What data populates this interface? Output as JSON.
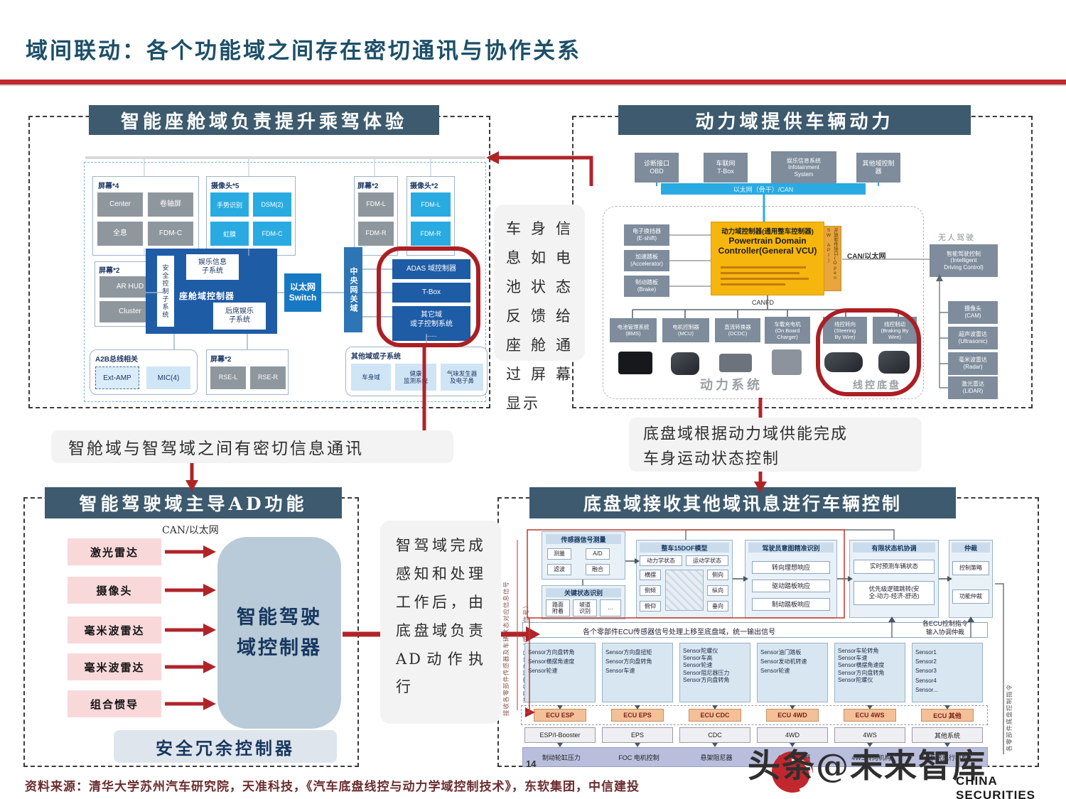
{
  "colors": {
    "accent_red": "#b02428",
    "header_bg": "#3d5a6e",
    "panel_blue": "#1e5ca6",
    "light_blue": "#29abe2",
    "vcu_yellow": "#f6b60e"
  },
  "page": {
    "title": "域间联动：各个功能域之间存在密切通讯与协作关系",
    "page_number": "14",
    "source": "资料来源：清华大学苏州汽车研究院，天准科技，《汽车底盘线控与动力学域控制技术》，东软集团，中信建投",
    "watermark": "头条@未来智库",
    "watermark_sub": "CHINA SECURITIES"
  },
  "notes": {
    "body_info": "车身信息如电池状态反馈给座舱通过屏幕显示",
    "cabin_ad": "智舱域与智驾域之间有密切信息通讯",
    "chassis_power": "底盘域根据动力域供能完成\n车身运动状态控制",
    "ad_chassis": "智驾域完成感知和处理工作后，由底盘域负责AD动作执行"
  },
  "cockpit": {
    "header": "智能座舱域负责提升乘驾体验",
    "screens4_label": "屏幕*4",
    "screens4": [
      "Center",
      "卷轴屏",
      "全息",
      "FDM-C"
    ],
    "cams5_label": "摄像头*5",
    "cams5": [
      "手势识别",
      "DSM(2)",
      "虹膜",
      "FDM-C"
    ],
    "screens2r_label": "屏幕*2",
    "screens2r": [
      "FDM-L",
      "FDM-R"
    ],
    "cams2_label": "摄像头*2",
    "cams2": [
      "FDM-L",
      "FDM-R"
    ],
    "screens2l_label": "屏幕*2",
    "screens2l": [
      "AR HUD",
      "Cluster"
    ],
    "controller": "座舱域控制器",
    "safety": "安全控制子系统",
    "infotainment": "娱乐信息\n子系统",
    "rear_ent": "后席娱乐\n子系统",
    "eth_switch": "以太网\nSwitch",
    "gateway": "中央网关域",
    "adas": "ADAS 域控制器",
    "tbox": "T-Box",
    "other_domains": "其它域\n或子控制系统",
    "dots": "......",
    "a2b_label": "A2B总线相关",
    "a2b": [
      "Ext-AMP",
      "MIC(4)"
    ],
    "screens2b_label": "屏幕*2",
    "screens2b": [
      "RSE-L",
      "RSE-R"
    ],
    "others_label": "其他域或子系统",
    "others": [
      "车身域",
      "健康\n监测系统",
      "气味发生器\n及电子鼻"
    ]
  },
  "power": {
    "header": "动力域提供车辆动力",
    "top_nodes": [
      "诊断接口\nOBD",
      "车联网\nT-Box",
      "娱乐信息系统\nInfotainment\nSystem",
      "其他域控制\n器"
    ],
    "bus": "以太网（骨干）/CAN",
    "vcu_title_cn": "动力域控制器(通用整车控制器)",
    "vcu_title_en1": "Powertrain Domain",
    "vcu_title_en2": "Controller(General VCU)",
    "open_api": "开放软件接口(Open SW API)",
    "can_eth": "CAN/以太网",
    "canfd": "CANFD",
    "inputs": [
      "电子换挡器\n(E-shift)",
      "加速踏板\n(Accelerator)",
      "制动踏板\n(Brake)"
    ],
    "components": [
      "电池管理系统\n(BMS)",
      "电机控制器\n(MCU)",
      "直流转换器\n(DCDC)",
      "车载充电机\n(On Board\nCharger)",
      "线控转向\n(Steering\nBy Wire)",
      "线控制动\n(Braking By\nWire)"
    ],
    "power_sys_label": "动力系统",
    "chassis_wire_label": "线控底盘",
    "unmanned_label": "无人驾驶",
    "idc": "智能驾驶控制\n(Intelligent\nDriving Control)",
    "sensors": [
      "摄像头\n(CAM)",
      "超声波雷达\n(Ultrasonic)",
      "毫米波雷达\n(Radar)",
      "激光雷达\n(LiDAR)"
    ]
  },
  "ad": {
    "header": "智能驾驶域主导AD功能",
    "bus_label": "CAN/以太网",
    "sensors": [
      "激光雷达",
      "摄像头",
      "毫米波雷达",
      "毫米波雷达",
      "组合惯导"
    ],
    "controller": "智能驾驶\n域控制器",
    "redundant": "安全冗余控制器"
  },
  "chassis": {
    "header": "底盘域接收其他域讯息进行车辆控制",
    "left_v1": "接收各零部件传感器及车辆状态对应信息信号",
    "left_v2": "送至各零部件信号（传感器信号）",
    "right_v": "各零部件底盘控制指令",
    "blockA_title": "传感器信号测量",
    "blockA": [
      "测量",
      "A/D",
      "滤波",
      "融合"
    ],
    "blockB_title": "关键状态识别",
    "blockB": [
      "路面\n附着",
      "坡道\n识别",
      "…"
    ],
    "blockC_title": "整车15DOF模型",
    "blockC_top": [
      "动力学状态",
      "运动学状态"
    ],
    "blockC_left": [
      "横摆",
      "侧倾",
      "俯仰"
    ],
    "blockC_right": [
      "侧向",
      "纵向",
      "垂向"
    ],
    "blockD_title": "驾驶员意图精准识别",
    "blockD": [
      "转向理想响应",
      "驱动踏板响应",
      "制动踏板响应"
    ],
    "blockE_title": "有限状态机协调",
    "blockE": [
      "实时预测车辆状态",
      "优先级逻辑跳转(安\n全-动力-经济-舒适)"
    ],
    "blockF_title": "仲裁",
    "blockF": [
      "控制策略",
      "功能仲裁"
    ],
    "mid_bar": "各个零部件ECU传感器信号处理上移至底盘域，统一输出信号",
    "right_note": "各ECU控制指令\n输入协调仲裁",
    "sensor_cols": [
      {
        "items": "Sensor方向盘转角\nSensor横摆角速度\nSensor轮速",
        "ecu": "ECU  ESP",
        "mid": "ESP/I-Booster",
        "out": "制动轮缸压力"
      },
      {
        "items": "Sensor方向盘扭矩\nSensor方向盘转角\nSensor车速",
        "ecu": "ECU  EPS",
        "mid": "EPS",
        "out": "FOC 电机控制"
      },
      {
        "items": "Sensor陀螺仪\nSensor车高\nSensor轮速\nSensor阻尼器压力\nSensor方向盘转角",
        "ecu": "ECU  CDC",
        "mid": "CDC",
        "out": "悬架阻尼器"
      },
      {
        "items": "Sensor油门踏板\nSensor发动机转速\nSensor轮速",
        "ecu": "ECU  4WD",
        "mid": "4WD",
        "out": "4WD离合器"
      },
      {
        "items": "Sensor车轮转角\nSensor车速\nSensor横摆角速度\nSensor方向盘转角\nSensor陀螺仪",
        "ecu": "ECU  4WS",
        "mid": "4WS",
        "out": "4WS转向机构"
      },
      {
        "items": "Sensor1\nSensor2\nSensor3\nSensor4\nSensor...",
        "ecu": "ECU  其他",
        "mid": "其他系统",
        "out": "系统执行机构"
      }
    ]
  }
}
